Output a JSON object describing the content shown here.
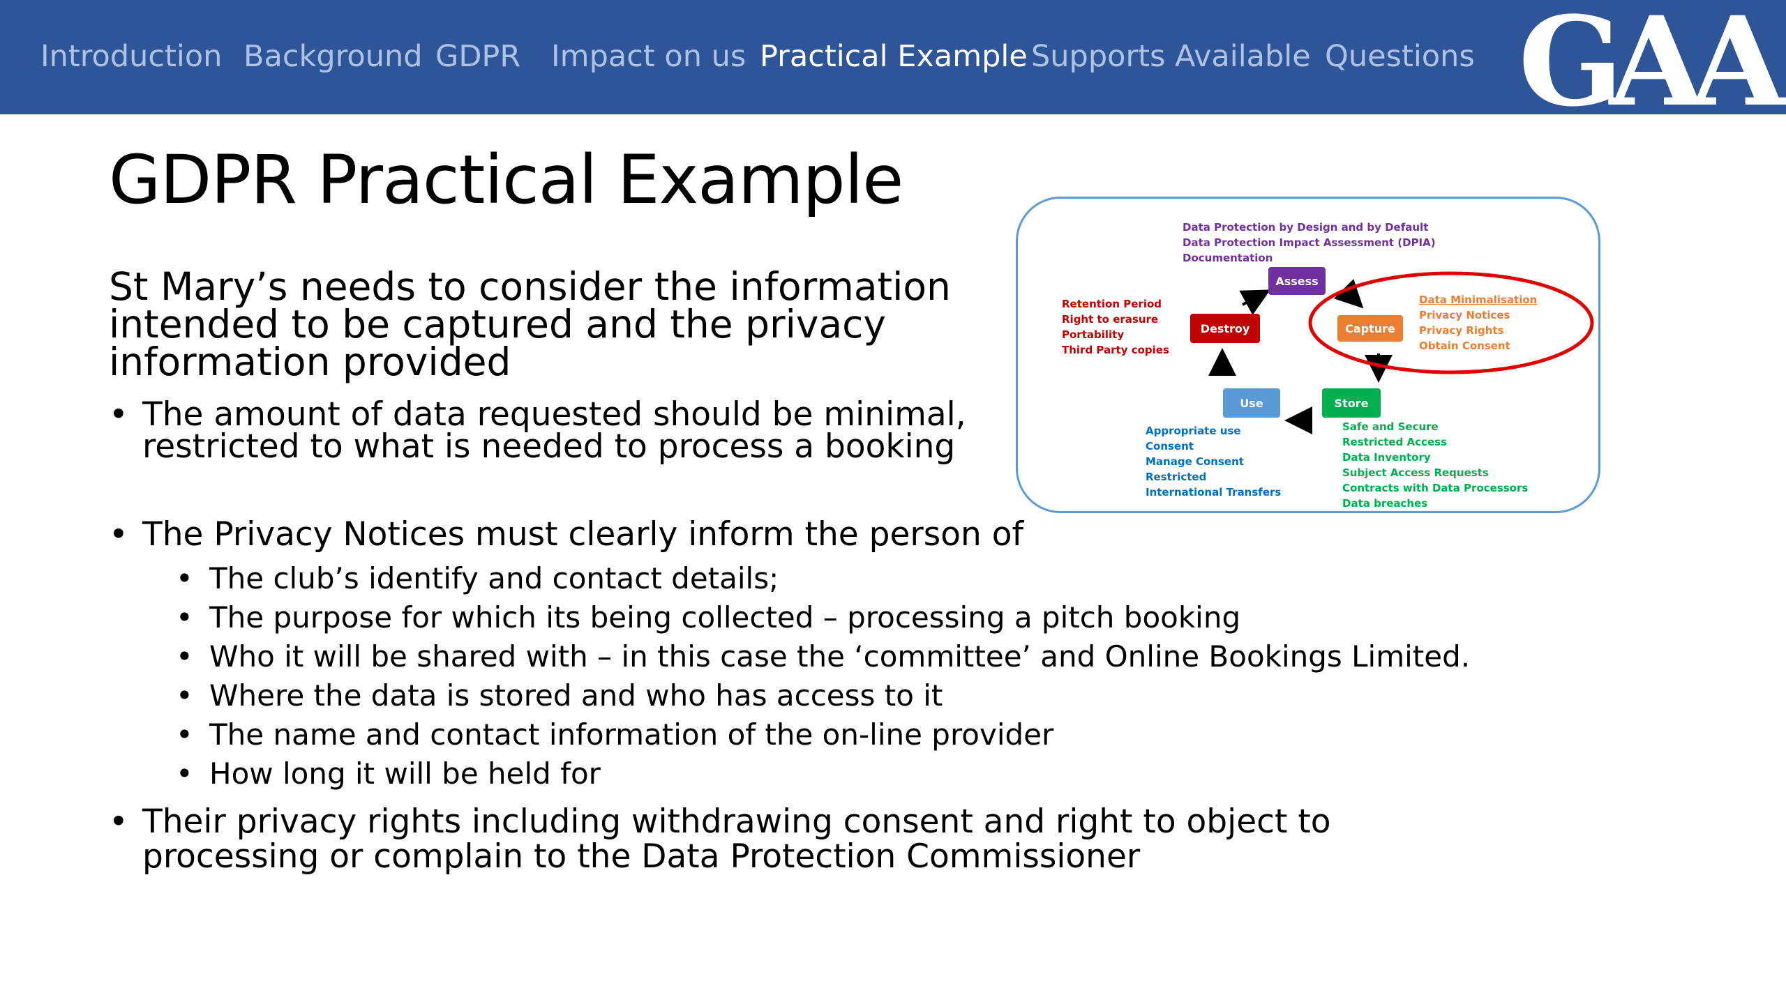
{
  "nav": {
    "items": [
      "Introduction",
      "Background",
      "GDPR",
      "Impact on us",
      "Practical Example",
      "Supports Available",
      "Questions"
    ],
    "active": "Practical Example"
  },
  "logo": {
    "text": "GAA"
  },
  "title": "GDPR Practical Example",
  "intro": "St Mary’s needs to consider the information intended to be captured and the privacy information provided",
  "bullets": {
    "minimal": "The amount of data requested should be minimal, restricted to what is needed to process a booking",
    "privacy_notices": "The Privacy Notices must clearly inform the person of",
    "sub": [
      "The club’s identify and contact details;",
      "The purpose for which its being collected – processing a pitch booking",
      "Who it will be shared with – in this case the ‘committee’ and Online Bookings Limited.",
      "Where the data is stored and who has access to it",
      "The name and contact information of the on-line provider",
      "How long it will be held for"
    ],
    "rights": "Their privacy rights including withdrawing consent and right to object to processing or complain to the Data Protection Commissioner"
  },
  "diagram": {
    "top_text": [
      "Data Protection by Design and by Default",
      "Data Protection Impact Assessment (DPIA)",
      "Documentation"
    ],
    "assess": "Assess",
    "destroy": "Destroy",
    "capture": "Capture",
    "store": "Store",
    "use": "Use",
    "destroy_text": [
      "Retention Period",
      "Right to erasure",
      "Portability",
      "Third Party copies"
    ],
    "capture_text": [
      "Data Minimalisation",
      "Privacy Notices",
      "Privacy Rights",
      "Obtain Consent"
    ],
    "use_text": [
      "Appropriate use",
      "Consent",
      "Manage Consent",
      "Restricted",
      "International Transfers"
    ],
    "store_text": [
      "Safe and Secure",
      "Restricted Access",
      "Data Inventory",
      "Subject Access Requests",
      "Contracts with Data Processors",
      "Data breaches"
    ],
    "colors": {
      "assess": "#7030a0",
      "destroy": "#c00000",
      "capture": "#ed7d31",
      "store": "#00b050",
      "use": "#5b9bd5",
      "use_text": "#0070c0",
      "highlight": "#e00000"
    }
  }
}
